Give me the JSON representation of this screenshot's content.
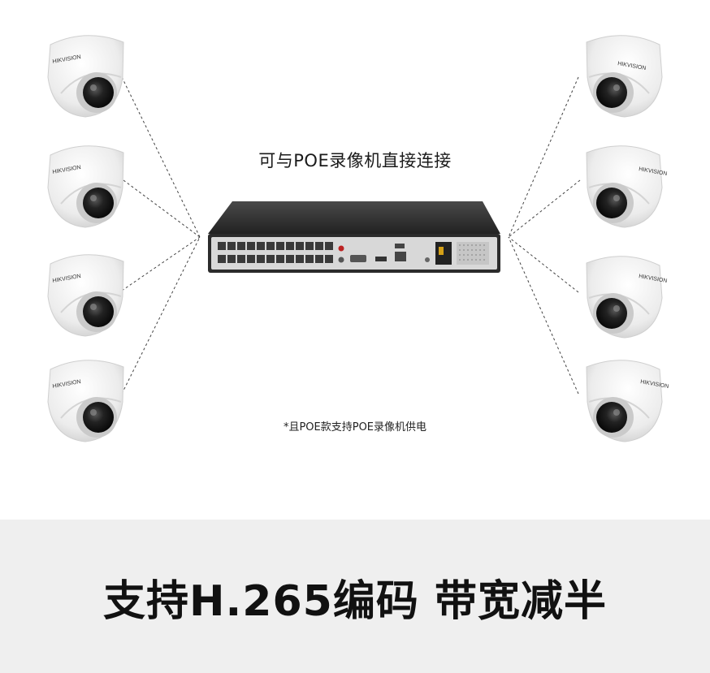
{
  "headline": "可与POE录像机直接连接",
  "footnote": "*且POE款支持POE录像机供电",
  "banner": {
    "text": "支持H.265编码 带宽减半",
    "background": "#efefef"
  },
  "camera_brand": "HIKVISION",
  "colors": {
    "camera_body": "#f2f2f2",
    "camera_lens": "#1b1b1b",
    "nvr_body": "#2e2e2e",
    "nvr_panel": "#d9d9d9"
  }
}
